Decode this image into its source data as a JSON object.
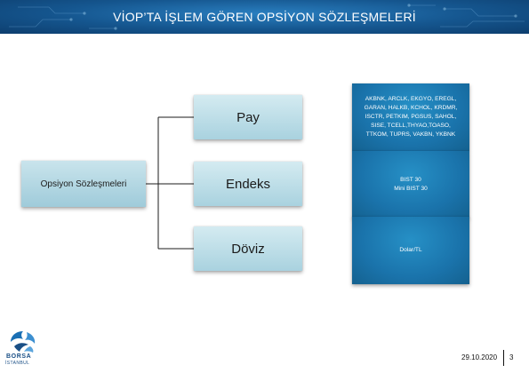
{
  "banner": {
    "title": "VİOP’TA İŞLEM GÖREN OPSİYON SÖZLEŞMELERİ"
  },
  "diagram": {
    "root": "Opsiyon Sözleşmeleri",
    "categories": [
      {
        "label": "Pay",
        "details": [
          "AKBNK, ARCLK, EKGYO, EREGL,",
          "GARAN, HALKB, KCHOL, KRDMR,",
          "ISCTR, PETKIM, PGSUS, SAHOL,",
          "SISE, TCELL,THYAO,TOASO,",
          "TTKOM, TUPRS, VAKBN, YKBNK"
        ]
      },
      {
        "label": "Endeks",
        "details": [
          "BIST 30",
          "Mini BIST 30"
        ]
      },
      {
        "label": "Döviz",
        "details": [
          "Dolar/TL"
        ]
      }
    ]
  },
  "footer": {
    "logo_name": "BORSA",
    "logo_city": "İSTANBUL",
    "date": "29.10.2020",
    "page": "3"
  },
  "colors": {
    "banner": "#15568f",
    "value_box": "#1a73ab",
    "category_box": "#bfe0ea"
  }
}
